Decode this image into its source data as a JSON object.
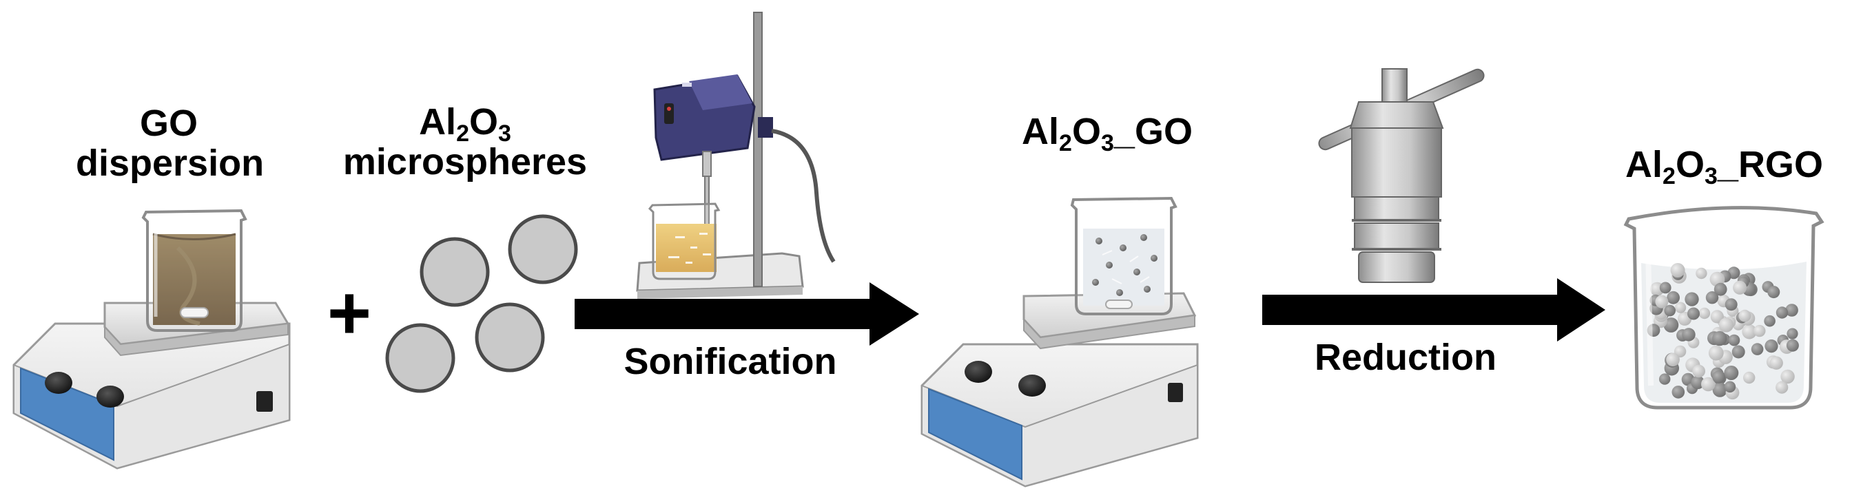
{
  "labels": {
    "go_line1": "GO",
    "go_line2": "dispersion",
    "al_prefix": "Al",
    "al_sub1": "2",
    "al_o": "O",
    "al_sub2": "3",
    "micro_word": "microspheres",
    "algo_suffix": "_GO",
    "algo_rgo_suffix": "_RGO",
    "plus": "+",
    "sonification": "Sonification",
    "reduction": "Reduction"
  },
  "colors": {
    "liquid_go": "#6b5535",
    "liquid_sonication": "#e2b85a",
    "plate_blue": "#4f87c4",
    "microsphere_gray": "#c9c9c9",
    "device_purple": "#3f3f78",
    "arrow": "#000000"
  },
  "icons": [
    "hot-plate-stirrer-icon",
    "beaker-icon",
    "microsphere-icon",
    "ultrasonic-homogenizer-icon",
    "autoclave-reactor-icon",
    "arrow-icon"
  ]
}
